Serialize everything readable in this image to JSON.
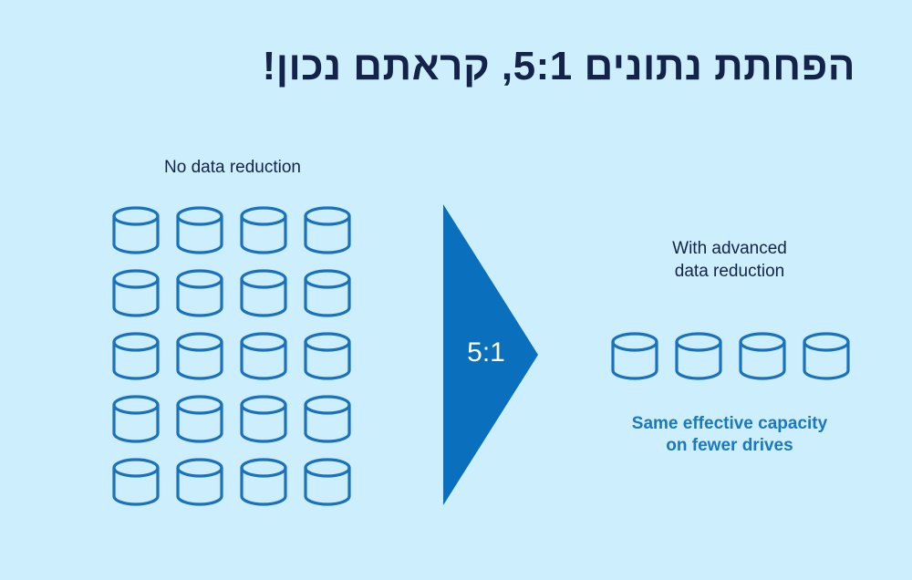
{
  "title": "הפחתת נתונים 5:1, קראתם נכון!",
  "left_label": "No data reduction",
  "ratio": "5:1",
  "right_label_line1": "With advanced",
  "right_label_line2": "data reduction",
  "caption_line1": "Same effective capacity",
  "caption_line2": "on fewer drives",
  "left_drive_count": 20,
  "right_drive_count": 4,
  "colors": {
    "background": "#cdeefd",
    "drive_stroke": "#1a72bf",
    "arrow_fill": "#0a6fbd",
    "title": "#14234b",
    "caption": "#1a78c0"
  }
}
